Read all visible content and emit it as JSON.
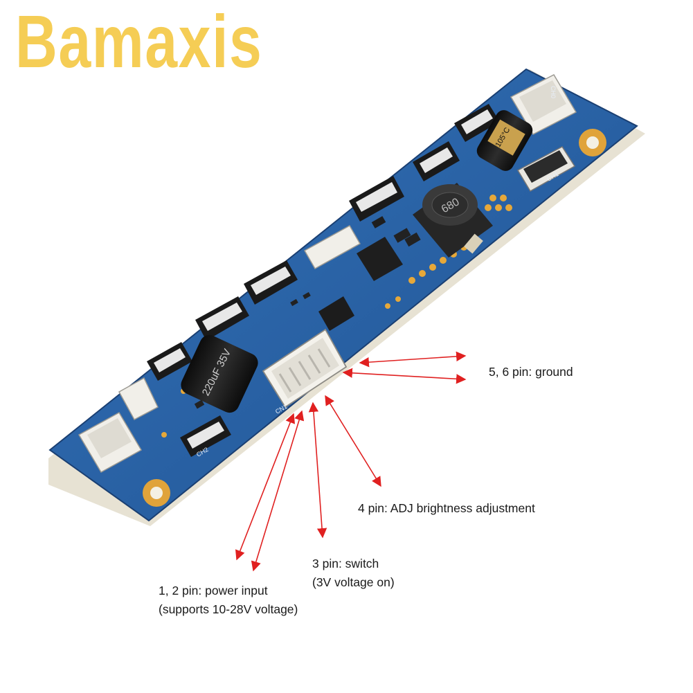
{
  "brand": {
    "text": "Bamaxis",
    "color": "#f5cd55"
  },
  "labels": {
    "ground": "5, 6 pin: ground",
    "adj": "4 pin: ADJ brightness adjustment",
    "switch_line1": "3 pin: switch",
    "switch_line2": "(3V voltage on)",
    "power_line1": "1, 2 pin: power input",
    "power_line2": "(supports 10-28V voltage)"
  },
  "board_markings": {
    "cap_left": "220uF 35V",
    "cap_right": "105°C",
    "inductor": "680",
    "ch0": "CH0",
    "ch1": "CH1",
    "ch2": "CH2",
    "cn1": "CN1"
  },
  "colors": {
    "pcb": "#2a62a6",
    "arrow": "#e02020",
    "text": "#1a1a1a"
  }
}
